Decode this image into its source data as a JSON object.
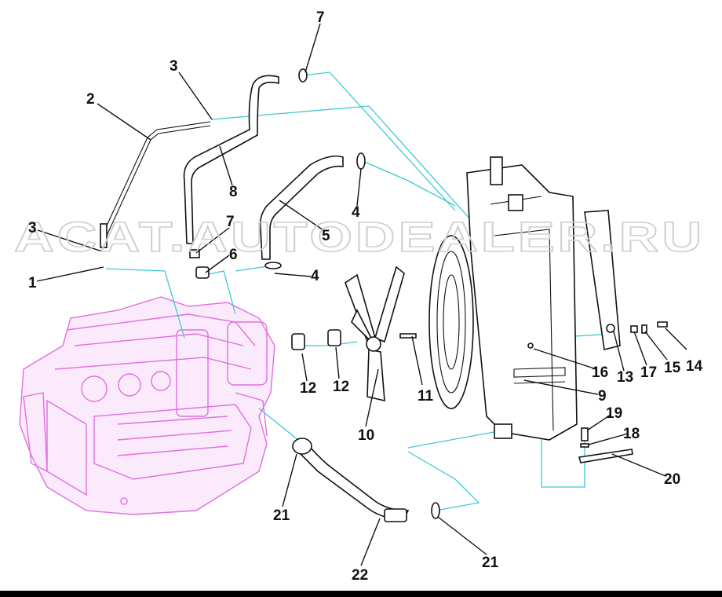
{
  "watermark": "ACAT.AUTODEALER.RU",
  "callouts": [
    {
      "id": "c1",
      "label": "1"
    },
    {
      "id": "c2",
      "label": "2"
    },
    {
      "id": "c3a",
      "label": "3"
    },
    {
      "id": "c3b",
      "label": "3"
    },
    {
      "id": "c4a",
      "label": "4"
    },
    {
      "id": "c4b",
      "label": "4"
    },
    {
      "id": "c5",
      "label": "5"
    },
    {
      "id": "c6",
      "label": "6"
    },
    {
      "id": "c7a",
      "label": "7"
    },
    {
      "id": "c7b",
      "label": "7"
    },
    {
      "id": "c8",
      "label": "8"
    },
    {
      "id": "c9",
      "label": "9"
    },
    {
      "id": "c10",
      "label": "10"
    },
    {
      "id": "c11",
      "label": "11"
    },
    {
      "id": "c12a",
      "label": "12"
    },
    {
      "id": "c12b",
      "label": "12"
    },
    {
      "id": "c13",
      "label": "13"
    },
    {
      "id": "c14",
      "label": "14"
    },
    {
      "id": "c15",
      "label": "15"
    },
    {
      "id": "c16",
      "label": "16"
    },
    {
      "id": "c17",
      "label": "17"
    },
    {
      "id": "c18",
      "label": "18"
    },
    {
      "id": "c19",
      "label": "19"
    },
    {
      "id": "c20",
      "label": "20"
    },
    {
      "id": "c21a",
      "label": "21"
    },
    {
      "id": "c21b",
      "label": "21"
    },
    {
      "id": "c22",
      "label": "22"
    }
  ]
}
